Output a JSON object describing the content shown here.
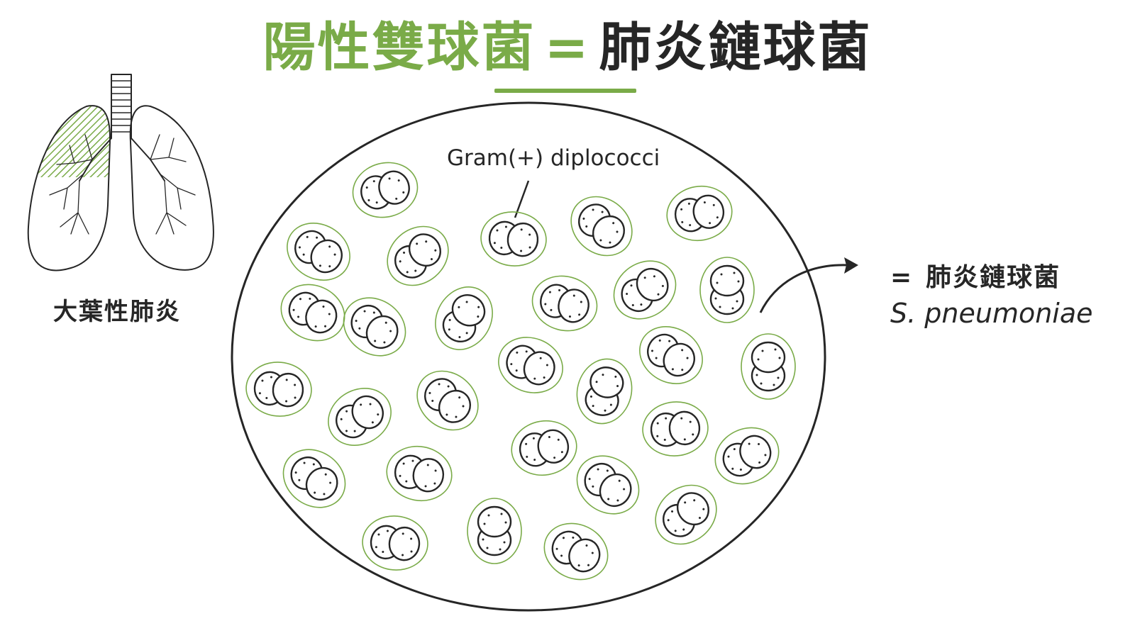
{
  "title": {
    "green_part": "陽性雙球菌",
    "equals": "=",
    "dark_part": "肺炎鏈球菌"
  },
  "lung": {
    "caption": "大葉性肺炎"
  },
  "smear": {
    "label": "Gram(+) diplococci"
  },
  "result": {
    "equals": "=",
    "chinese_name": "肺炎鏈球菌",
    "latin_name": "S. pneumoniae"
  },
  "colors": {
    "accent_green": "#7aab48",
    "ink": "#262626"
  }
}
